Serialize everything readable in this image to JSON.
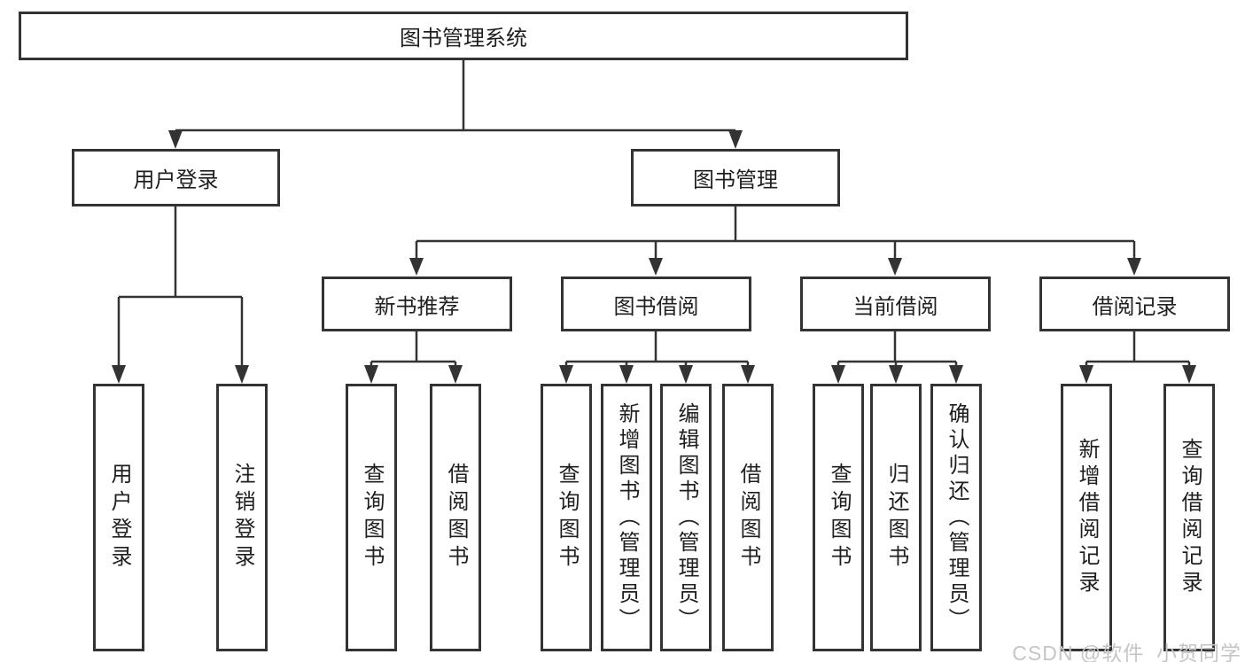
{
  "diagram": {
    "root": {
      "label": "图书管理系统"
    },
    "level2": [
      {
        "label": "用户登录"
      },
      {
        "label": "图书管理"
      }
    ],
    "level3": [
      {
        "label": "新书推荐"
      },
      {
        "label": "图书借阅"
      },
      {
        "label": "当前借阅"
      },
      {
        "label": "借阅记录"
      }
    ],
    "leaves": [
      {
        "label": "用户登录"
      },
      {
        "label": "注销登录"
      },
      {
        "label": "查询图书"
      },
      {
        "label": "借阅图书"
      },
      {
        "label": "查询图书"
      },
      {
        "label": "新增图书（管理员）"
      },
      {
        "label": "编辑图书（管理员）"
      },
      {
        "label": "借阅图书"
      },
      {
        "label": "查询图书"
      },
      {
        "label": "归还图书"
      },
      {
        "label": "确认归还（管理员）"
      },
      {
        "label": "新增借阅记录"
      },
      {
        "label": "查询借阅记录"
      }
    ]
  },
  "watermark": {
    "text": "CSDN @软件_小贺同学"
  },
  "colors": {
    "line": "#333333",
    "border": "#333333",
    "text": "#1f1f1f",
    "watermark": "#c5c5c5",
    "background": "#ffffff"
  }
}
